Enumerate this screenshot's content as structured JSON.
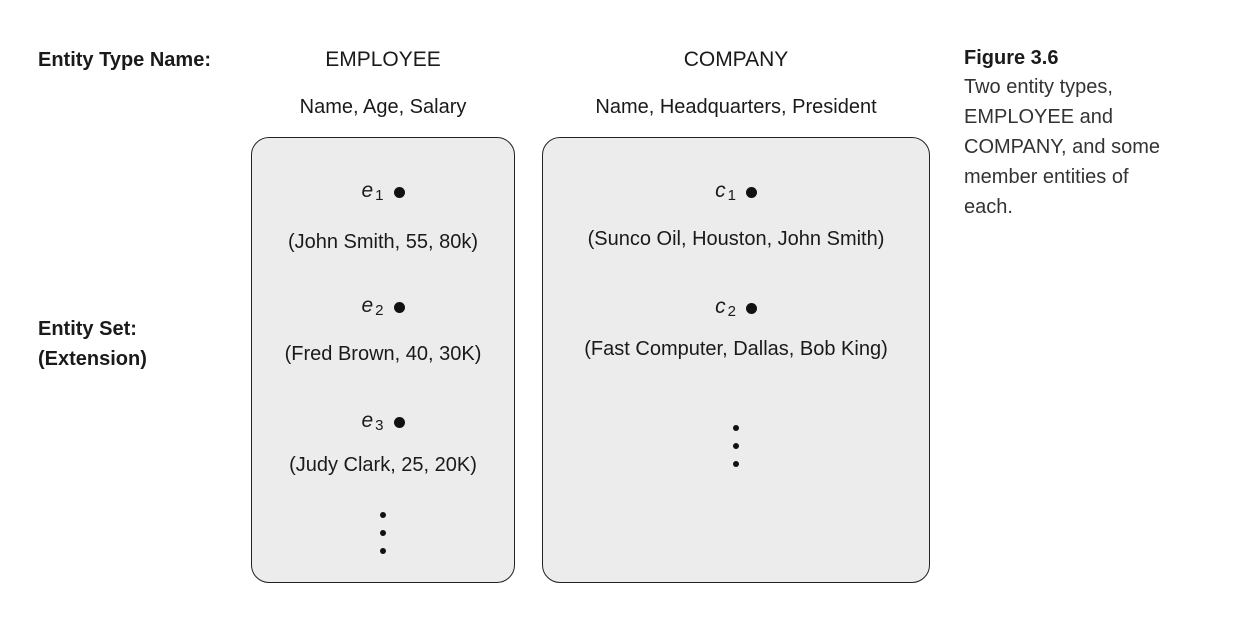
{
  "labels": {
    "entity_type_name": "Entity Type Name:",
    "entity_set_line1": "Entity Set:",
    "entity_set_line2": "(Extension)"
  },
  "employee": {
    "type_name": "EMPLOYEE",
    "attributes": "Name, Age, Salary",
    "entities": [
      {
        "id_letter": "e",
        "id_sub": "1",
        "tuple": "(John Smith, 55, 80k)"
      },
      {
        "id_letter": "e",
        "id_sub": "2",
        "tuple": "(Fred Brown, 40, 30K)"
      },
      {
        "id_letter": "e",
        "id_sub": "3",
        "tuple": "(Judy Clark, 25, 20K)"
      }
    ]
  },
  "company": {
    "type_name": "COMPANY",
    "attributes": "Name, Headquarters, President",
    "entities": [
      {
        "id_letter": "c",
        "id_sub": "1",
        "tuple": "(Sunco Oil, Houston, John Smith)"
      },
      {
        "id_letter": "c",
        "id_sub": "2",
        "tuple": "(Fast Computer, Dallas, Bob King)"
      }
    ]
  },
  "caption": {
    "title": "Figure 3.6",
    "lines": [
      "Two entity types,",
      "EMPLOYEE and",
      "COMPANY, and some",
      "member entities of",
      "each."
    ]
  }
}
